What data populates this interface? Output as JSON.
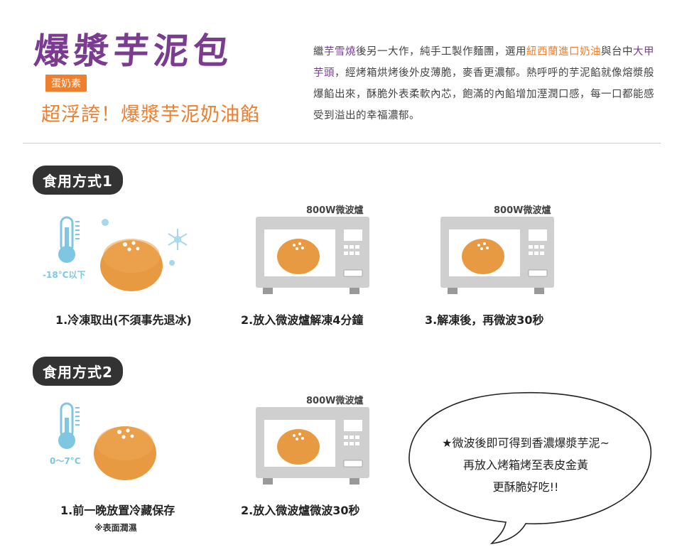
{
  "header": {
    "title": "爆漿芋泥包",
    "tag": "蛋奶素",
    "subtitle": "超浮誇！爆漿芋泥奶油餡",
    "description_parts": [
      {
        "text": "繼",
        "color": "plain"
      },
      {
        "text": "芋雪燒",
        "color": "purple"
      },
      {
        "text": "後另一大作，純手工製作麵團，選用",
        "color": "plain"
      },
      {
        "text": "紐西蘭進口奶油",
        "color": "orange"
      },
      {
        "text": "與台中",
        "color": "plain"
      },
      {
        "text": "大甲芋頭",
        "color": "purple"
      },
      {
        "text": "，經烤箱烘烤後外皮薄脆，麥香更濃郁。熱呼呼的芋泥餡就像熔漿般爆餡出來，酥脆外表柔軟內芯，飽滿的內餡增加溼潤口感，每一口都能感受到溢出的幸福濃郁。",
        "color": "plain"
      }
    ]
  },
  "colors": {
    "purple": "#7a3b91",
    "orange": "#ef7f2c",
    "bun": "#e89a42",
    "microwave": "#cfcfcf",
    "thermo": "#7fc6e3",
    "pill": "#333333"
  },
  "method1": {
    "label": "食用方式1",
    "temp": "-18°C以下",
    "microwave_label_1": "800W微波爐",
    "microwave_label_2": "800W微波爐",
    "step1": "1.冷凍取出(不須事先退冰)",
    "step2": "2.放入微波爐解凍4分鐘",
    "step3": "3.解凍後，再微波30秒"
  },
  "method2": {
    "label": "食用方式2",
    "temp": "0～7°C",
    "microwave_label": "800W微波爐",
    "step1": "1.前一晚放置冷藏保存",
    "step1_note": "※表面潤濕",
    "step2": "2.放入微波爐微波30秒"
  },
  "bubble": {
    "line1": "★微波後即可得到香濃爆漿芋泥~",
    "line2": "再放入烤箱烤至表皮金黃",
    "line3": "更酥脆好吃!!"
  },
  "icons": {
    "thermometer": "thermometer-icon",
    "snowflake": "snowflake-icon",
    "bun": "bun-icon",
    "microwave": "microwave-icon"
  }
}
